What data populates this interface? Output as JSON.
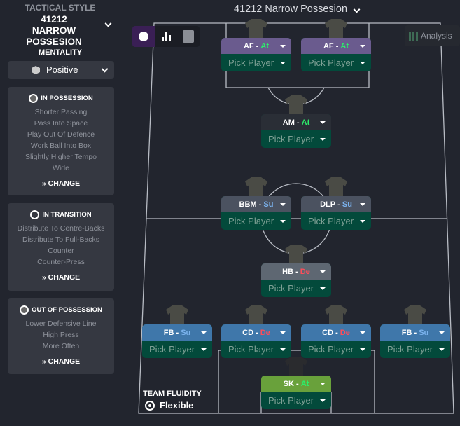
{
  "sidebar": {
    "tactical_style_label": "TACTICAL STYLE",
    "tactical_style_name": "41212 NARROW POSSESION",
    "mentality_label": "MENTALITY",
    "mentality_value": "Positive",
    "panels": [
      {
        "title": "IN POSSESSION",
        "icon": "football-icon",
        "items": [
          "Shorter Passing",
          "Pass Into Space",
          "Play Out Of Defence",
          "Work Ball Into Box",
          "Slightly Higher Tempo",
          "Wide"
        ],
        "change": "CHANGE"
      },
      {
        "title": "IN TRANSITION",
        "icon": "transition-icon",
        "items": [
          "Distribute To Centre-Backs",
          "Distribute To Full-Backs",
          "Counter",
          "Counter-Press"
        ],
        "change": "CHANGE"
      },
      {
        "title": "OUT OF POSSESSION",
        "icon": "ball-icon",
        "items": [
          "Lower Defensive Line",
          "High Press",
          "More Often"
        ],
        "change": "CHANGE"
      }
    ]
  },
  "header": {
    "title": "41212 Narrow Possesion",
    "analysis": "Analysis"
  },
  "positions": [
    {
      "role": "AF",
      "duty": "At",
      "player": "Pick Player"
    },
    {
      "role": "AF",
      "duty": "At",
      "player": "Pick Player"
    },
    {
      "role": "AM",
      "duty": "At",
      "player": "Pick Player"
    },
    {
      "role": "BBM",
      "duty": "Su",
      "player": "Pick Player"
    },
    {
      "role": "DLP",
      "duty": "Su",
      "player": "Pick Player"
    },
    {
      "role": "HB",
      "duty": "De",
      "player": "Pick Player"
    },
    {
      "role": "FB",
      "duty": "Su",
      "player": "Pick Player"
    },
    {
      "role": "CD",
      "duty": "De",
      "player": "Pick Player"
    },
    {
      "role": "CD",
      "duty": "De",
      "player": "Pick Player"
    },
    {
      "role": "FB",
      "duty": "Su",
      "player": "Pick Player"
    },
    {
      "role": "SK",
      "duty": "At",
      "player": "Pick Player"
    }
  ],
  "fluidity": {
    "label": "TEAM FLUIDITY",
    "value": "Flexible"
  },
  "colors": {
    "attack": "#6a5b8e",
    "midfield": "#4b5260",
    "defence": "#3f77aa",
    "keeper": "#69a13b",
    "pick": "#034a3b"
  }
}
